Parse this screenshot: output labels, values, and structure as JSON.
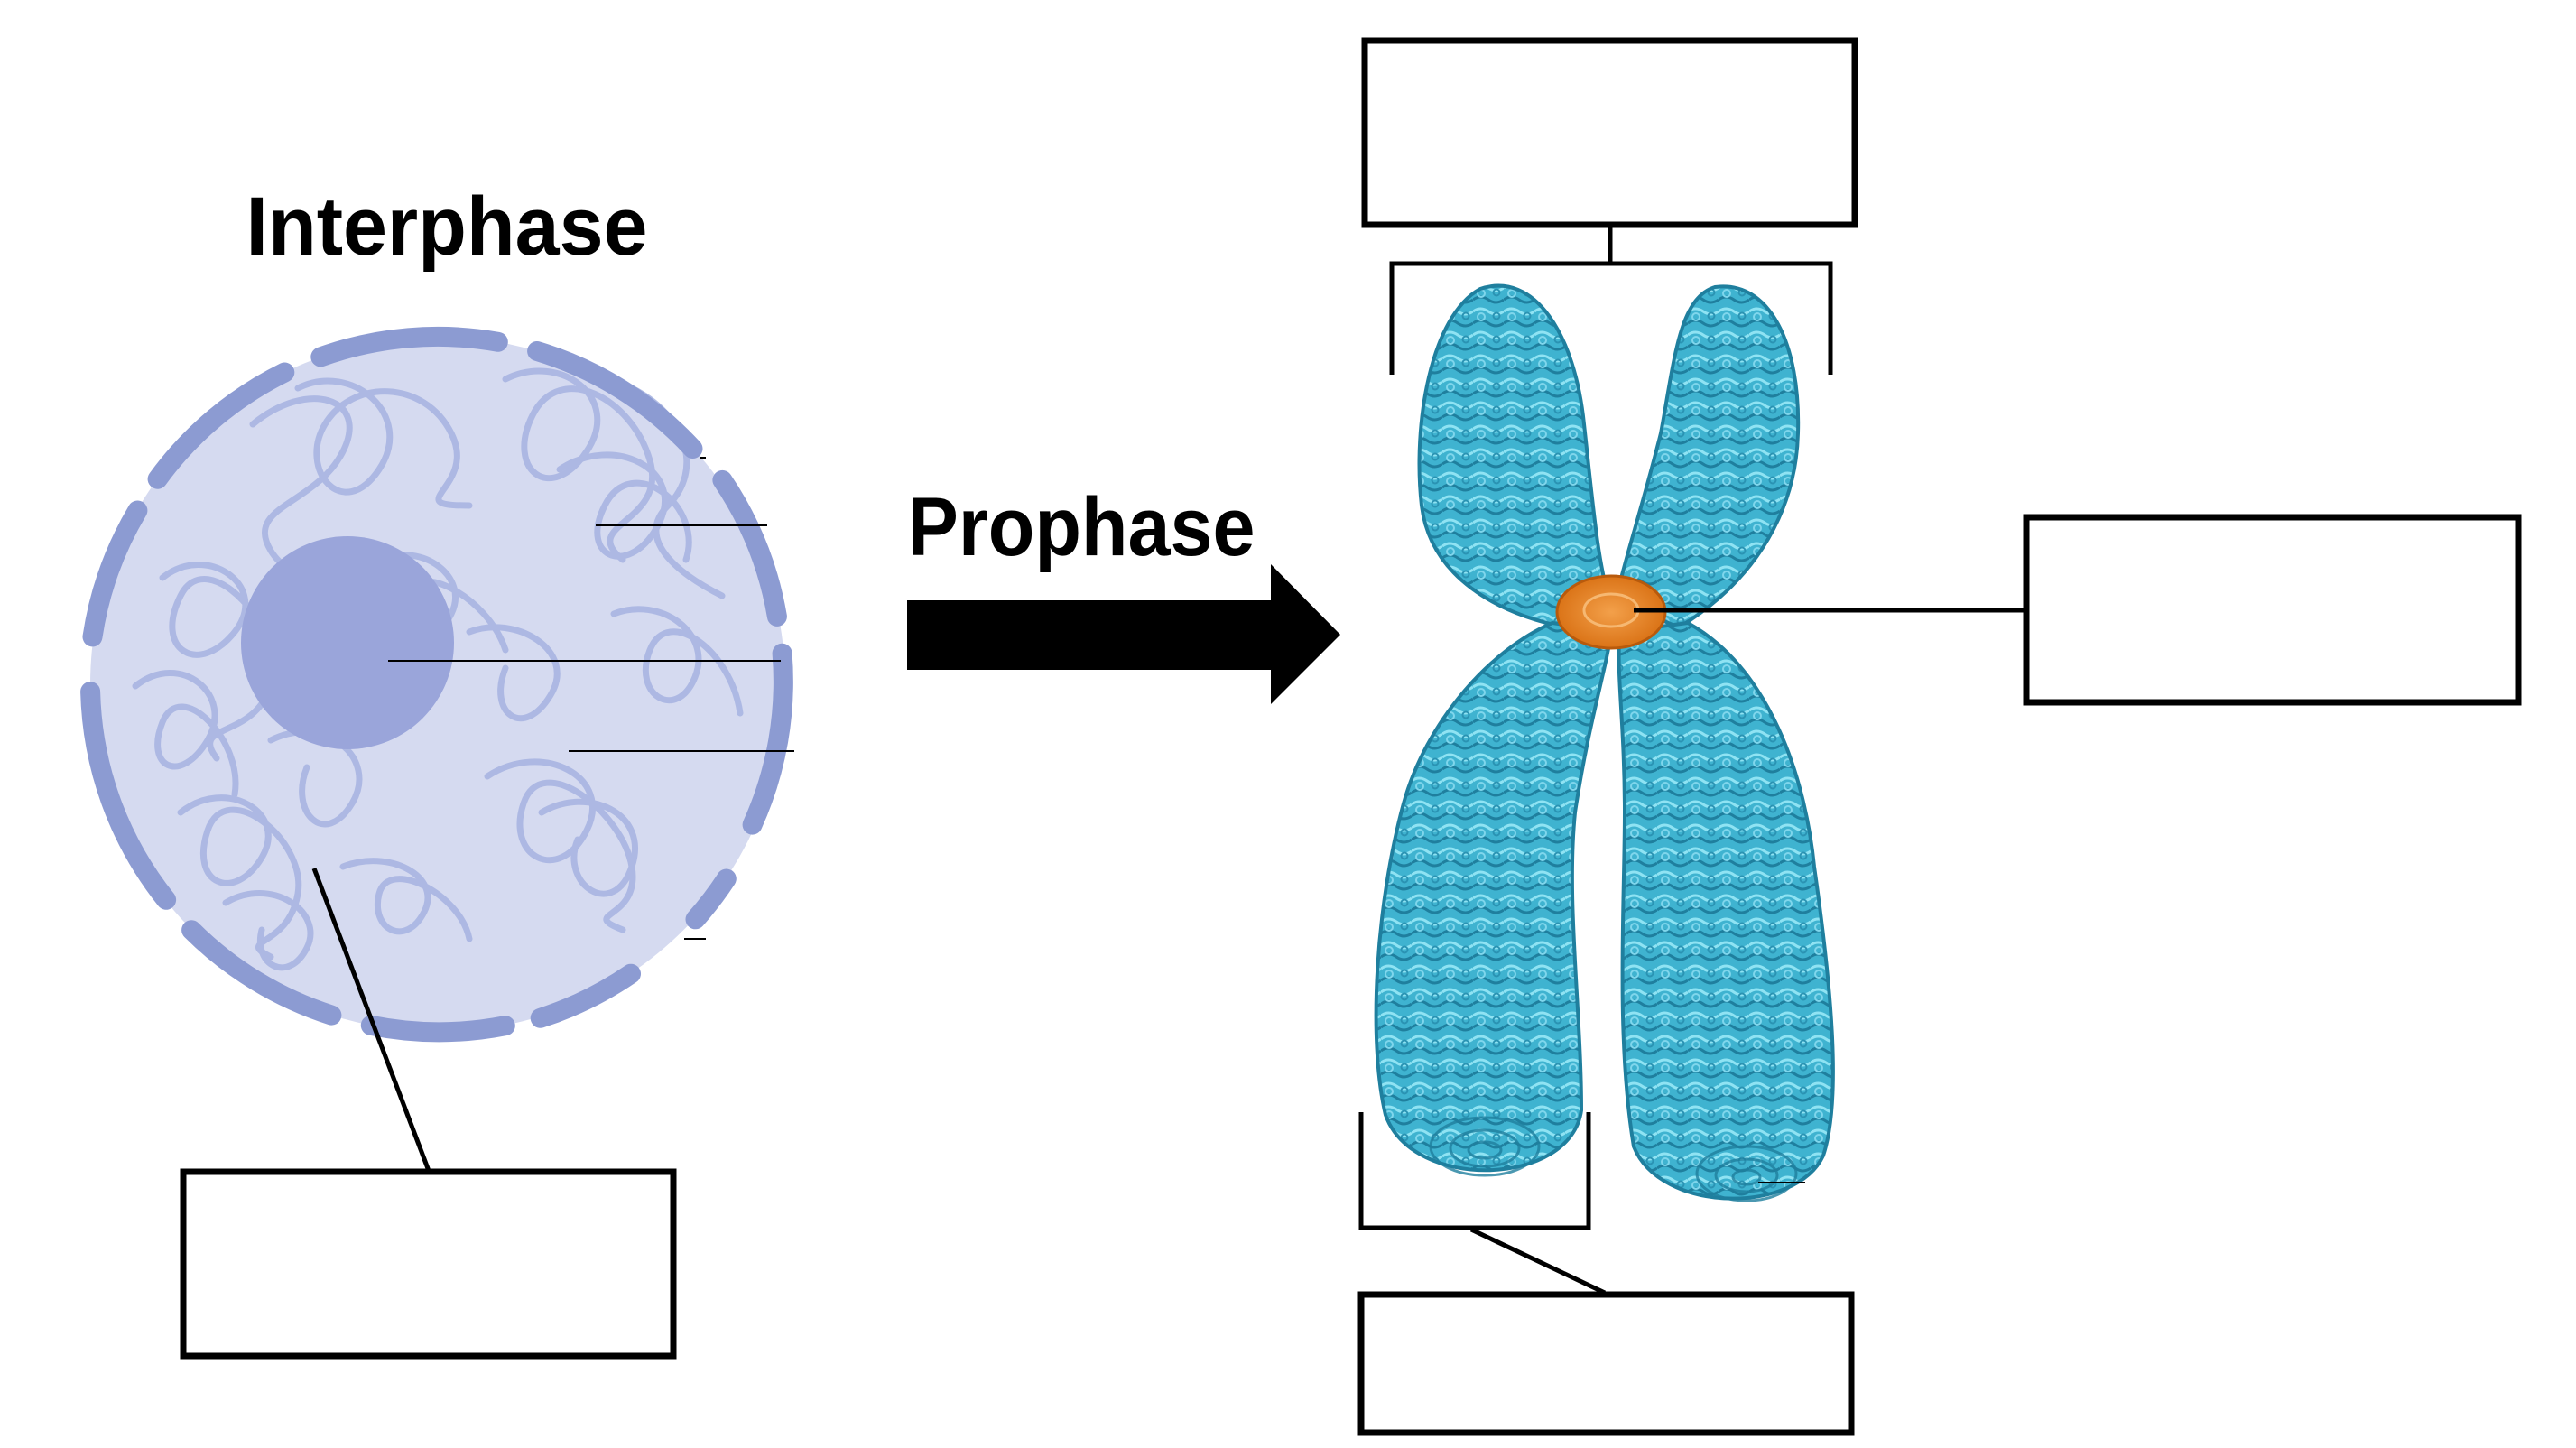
{
  "diagram": {
    "interphase_title": "Interphase",
    "prophase_title": "Prophase",
    "label_boxes": [
      {
        "id": "chromatin-label",
        "text": ""
      },
      {
        "id": "chromatid-label",
        "text": ""
      },
      {
        "id": "centromere-label",
        "text": ""
      },
      {
        "id": "telomere-label",
        "text": ""
      }
    ]
  },
  "colors": {
    "nucleus_fill": "#d5daf0",
    "nuclear_envelope": "#8c9bd2",
    "envelope_edge": "#6f80c2",
    "nucleolus": "#9aa5da",
    "chromatin": "#a9b5e2",
    "chromosome_main": "#3fb3d0",
    "chromosome_dark": "#1f7f9e",
    "chromosome_light": "#8fe3f3",
    "centromere": "#e8821f",
    "arrow": "#000000",
    "leader_line": "#000000"
  }
}
